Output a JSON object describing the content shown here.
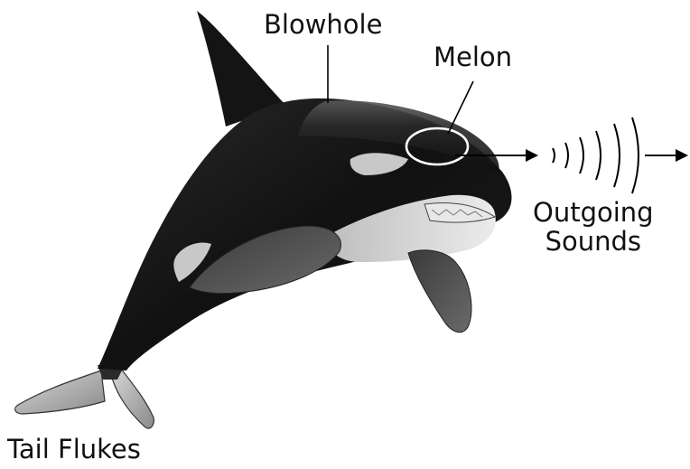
{
  "labels": {
    "blowhole": "Blowhole",
    "melon": "Melon",
    "outgoing_sounds_line1": "Outgoing",
    "outgoing_sounds_line2": "Sounds",
    "tail_flukes": "Tail Flukes"
  },
  "colors": {
    "body_dark": "#141414",
    "patch_light": "#c8c8c8",
    "belly_light": "#dcdcdc",
    "fin_gray": "#5a5a5a",
    "line": "#000000",
    "melon_outline": "#ffffff"
  },
  "wave_count": 6
}
